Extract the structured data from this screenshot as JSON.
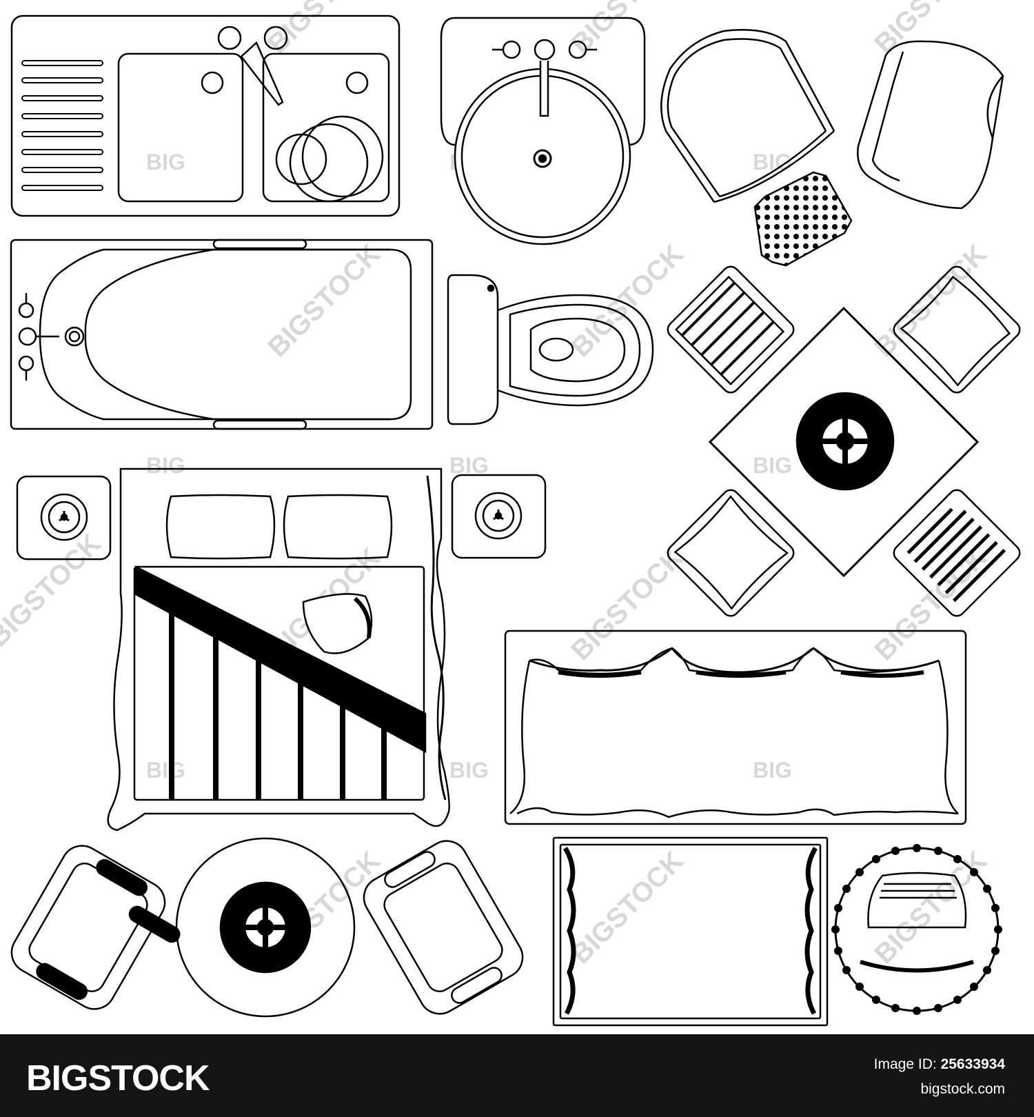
{
  "watermark": {
    "short_text": "BIG",
    "long_text": "BIGSTOCK"
  },
  "footer": {
    "brand": "BIGSTOCK",
    "image_id_label": "Image ID:",
    "image_id": "25633934",
    "site": "bigstock.com"
  },
  "icons": [
    "double-kitchen-sink-icon",
    "round-washbasin-icon",
    "armchair-with-ottoman-icon",
    "lounge-chair-icon",
    "bathtub-icon",
    "toilet-icon",
    "dining-table-with-four-chairs-icon",
    "nightstand-lamp-icon",
    "double-bed-icon",
    "sofa-icon",
    "round-coffee-table-icon",
    "armchair-icon",
    "rug-icon",
    "round-chair-icon"
  ],
  "colors": {
    "line": "#000000",
    "background": "#ffffff",
    "footer": "#141414",
    "watermark": "#d8d8d8"
  }
}
